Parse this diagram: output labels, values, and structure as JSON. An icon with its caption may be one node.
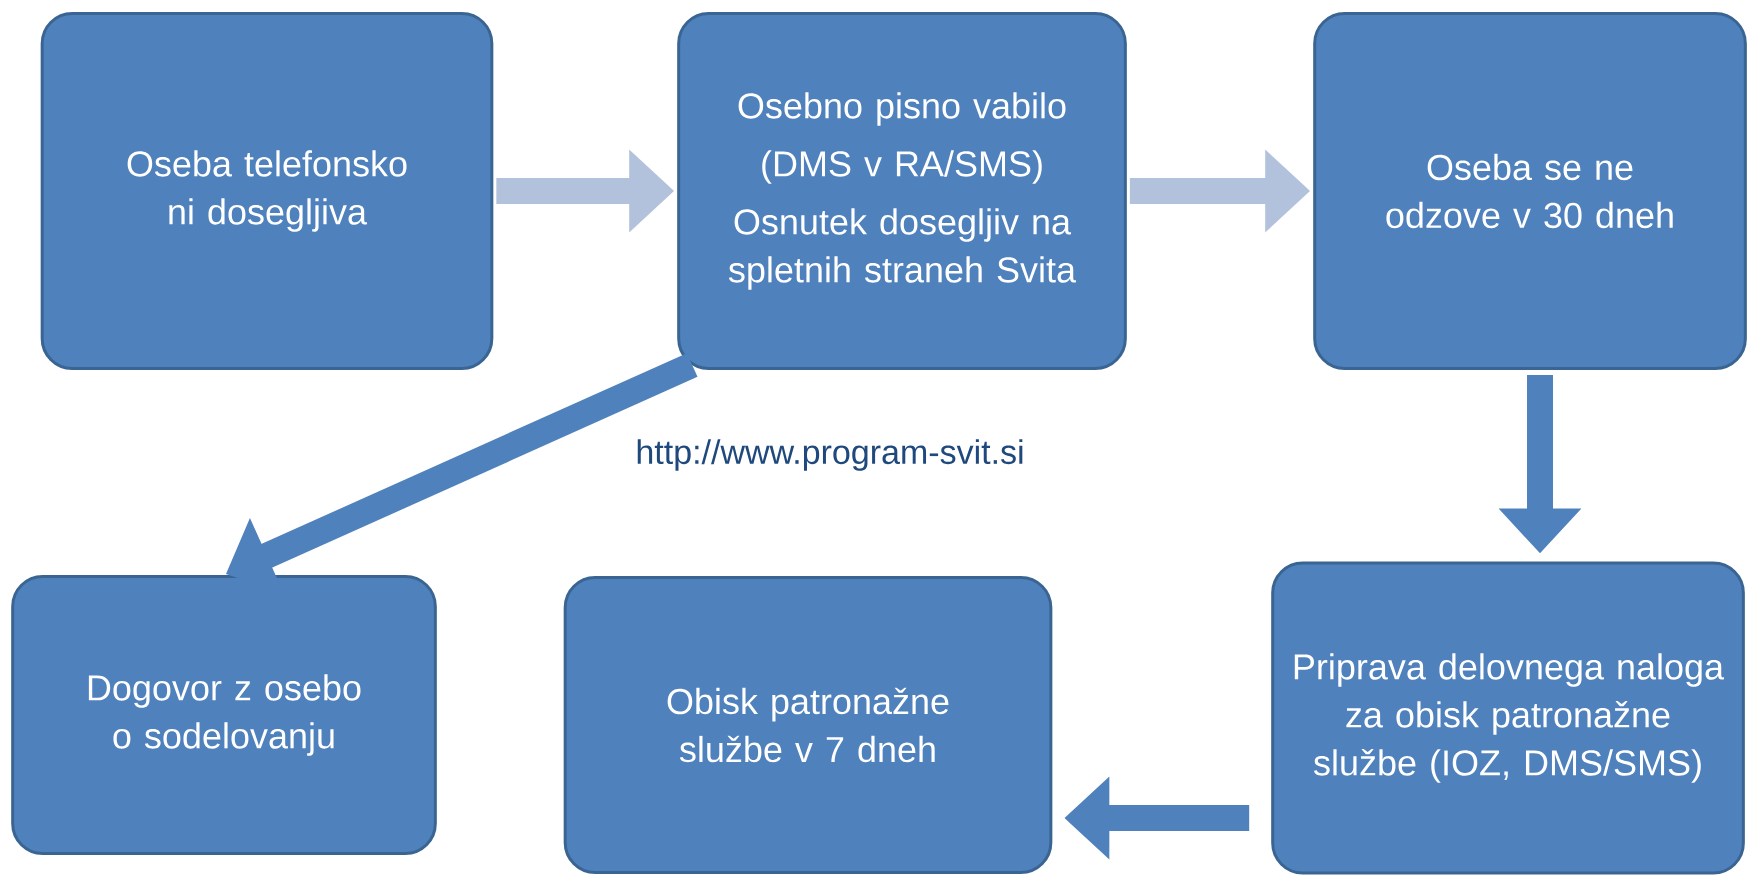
{
  "diagram": {
    "nodes": [
      {
        "text": [
          "Oseba telefonsko ni dosegljiva"
        ]
      },
      {
        "text": [
          "Osebno pisno vabilo",
          "(DMS v RA/SMS)",
          "Osnutek dosegljiv na spletnih straneh Svita"
        ]
      },
      {
        "text": [
          "Oseba se ne odzove v 30 dneh"
        ]
      },
      {
        "text": [
          "Dogovor z osebo o sodelovanju"
        ]
      },
      {
        "text": [
          "Obisk patronažne službe v 7 dneh"
        ]
      },
      {
        "text": [
          "Priprava delovnega naloga za obisk patronažne službe (IOZ, DMS/SMS)"
        ]
      }
    ],
    "edges": [
      {
        "from": 0,
        "to": 1,
        "arrow": "to",
        "color": "#b3c2dc"
      },
      {
        "from": 1,
        "to": 2,
        "arrow": "to",
        "color": "#b3c2dc"
      },
      {
        "from": 1,
        "to": 3,
        "arrow": "to",
        "color": "#4f81bd"
      },
      {
        "from": 2,
        "to": 5,
        "arrow": "to",
        "color": "#4f81bd"
      },
      {
        "from": 5,
        "to": 4,
        "arrow": "to",
        "color": "#4f81bd"
      }
    ],
    "labels": [
      "http://www.program-svit.si"
    ]
  }
}
